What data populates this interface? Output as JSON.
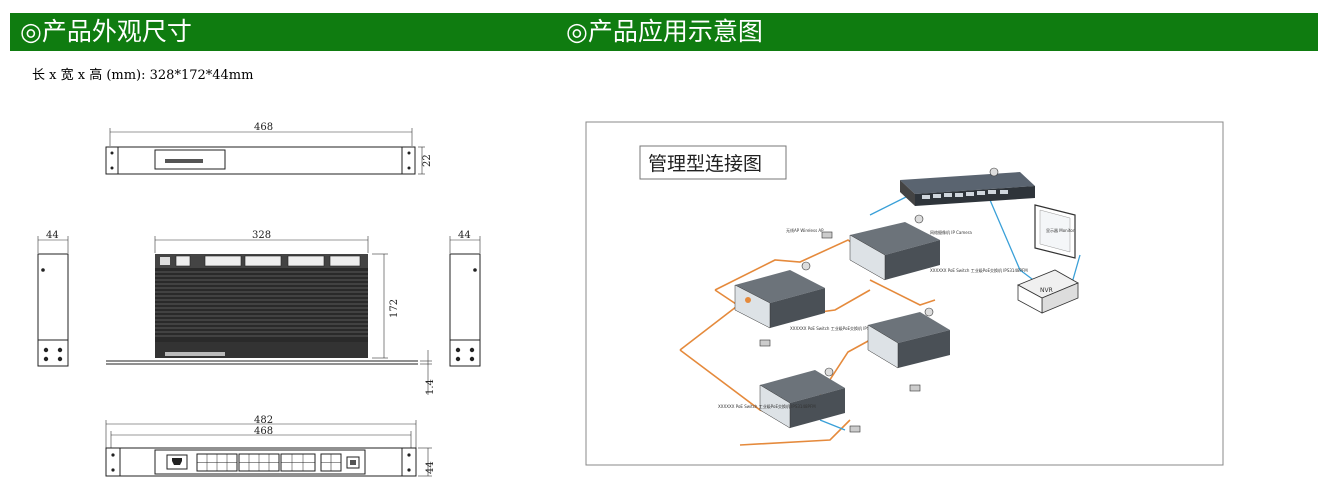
{
  "sections": {
    "left_title": "◎产品外观尺寸",
    "right_title": "◎产品应用示意图"
  },
  "dimensions_text": "长 x 宽 x 高 (mm): 328*172*44mm",
  "drawing": {
    "top_width": "468",
    "top_height": "22",
    "side_depth_left": "44",
    "side_depth_right": "44",
    "body_width": "328",
    "body_height": "172",
    "foot": "1.4",
    "front_width_outer": "482",
    "front_width_inner": "468",
    "front_height": "44"
  },
  "diagram": {
    "title": "管理型连接图",
    "nvr_label": "NVR",
    "monitor_label": "显示器 Monitor",
    "labels": {
      "poe_switch": "XXXXXX PoE Switch 工业级PoE交换机 IPS3148PFM",
      "camera": "网络摄像机 IP Camera",
      "wireless_ap": "无线AP Wireless AP"
    }
  },
  "colors": {
    "band": "#0f7c10",
    "link_orange": "#e58a3c",
    "link_blue": "#3aa0d8"
  }
}
